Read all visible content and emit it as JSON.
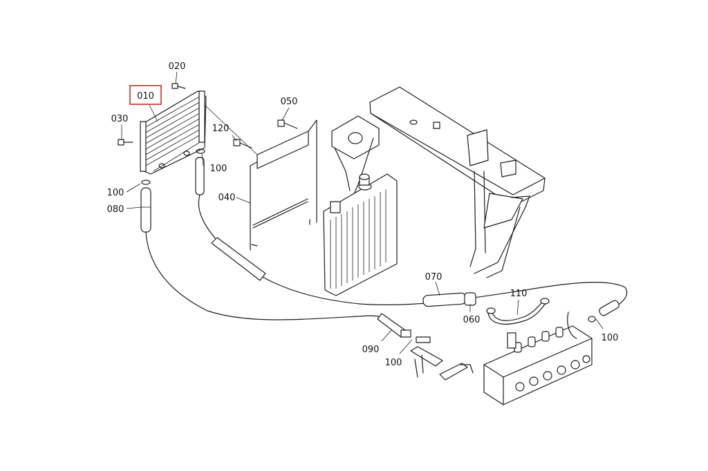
{
  "highlight_color": "#d0261f",
  "callouts": {
    "c010": "010",
    "c020": "020",
    "c030": "030",
    "c040": "040",
    "c050": "050",
    "c060": "060",
    "c070": "070",
    "c080": "080",
    "c090": "090",
    "c100a": "100",
    "c100b": "100",
    "c100c": "100",
    "c100d": "100",
    "c110": "110",
    "c120": "120"
  }
}
